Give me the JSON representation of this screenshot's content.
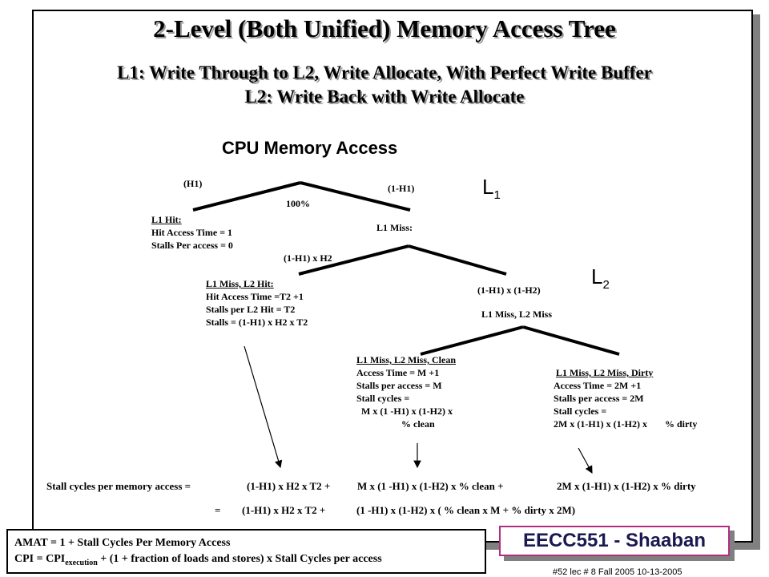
{
  "title": "2-Level (Both Unified) Memory Access Tree",
  "subtitle1": "L1: Write Through to L2, Write Allocate, With Perfect Write Buffer",
  "subtitle2": "L2: Write Back with Write Allocate",
  "root_label": "CPU Memory Access",
  "l1_letter": "L",
  "l1_sub": "1",
  "l2_letter": "L",
  "l2_sub": "2",
  "branch_h1": "(H1)",
  "branch_1_h1": "(1-H1)",
  "root_percent": "100%",
  "l1_hit": {
    "heading": "L1 Hit:",
    "line1": "Hit Access Time = 1",
    "line2": "Stalls Per access = 0"
  },
  "l1_miss": "L1 Miss:",
  "branch_l2_hit": "(1-H1) x H2",
  "branch_l2_miss": "(1-H1) x (1-H2)",
  "l2_hit": {
    "heading": "L1 Miss, L2 Hit:",
    "line1": "Hit Access Time =T2 +1",
    "line2": "Stalls per L2 Hit = T2",
    "line3": "Stalls = (1-H1) x H2 x T2"
  },
  "l2_miss": "L1 Miss, L2 Miss",
  "clean": {
    "heading": "L1 Miss, L2 Miss, Clean",
    "line1": "Access Time = M +1",
    "line2": "Stalls per access = M",
    "line3": "Stall cycles =",
    "line4": "M x (1 -H1) x (1-H2) x",
    "line5": "% clean"
  },
  "dirty": {
    "heading": "L1 Miss, L2 Miss, Dirty",
    "line1": "Access Time = 2M +1",
    "line2": "Stalls per access = 2M",
    "line3": "Stall cycles =",
    "line4": "2M x (1-H1) x (1-H2) x",
    "line5": "% dirty"
  },
  "eq1": {
    "label": "Stall cycles per memory access =",
    "term1": "(1-H1) x H2 x T2 +",
    "term2": "M x (1 -H1) x (1-H2) x % clean +",
    "term3": "2M x (1-H1) x (1-H2) x % dirty"
  },
  "eq2": {
    "eq": "=",
    "term1": "(1-H1) x H2 x T2 +",
    "term2": "(1 -H1) x (1-H2) x ( % clean x M + % dirty x 2M)"
  },
  "amat": {
    "line1": "AMAT = 1 + Stall Cycles Per Memory Access",
    "line2_a": "CPI = CPI",
    "line2_sub": "execution",
    "line2_b": " + (1 + fraction of loads and stores) x Stall Cycles per access"
  },
  "badge": "EECC551 - Shaaban",
  "footer": "#52 lec # 8 Fall 2005 10-13-2005"
}
